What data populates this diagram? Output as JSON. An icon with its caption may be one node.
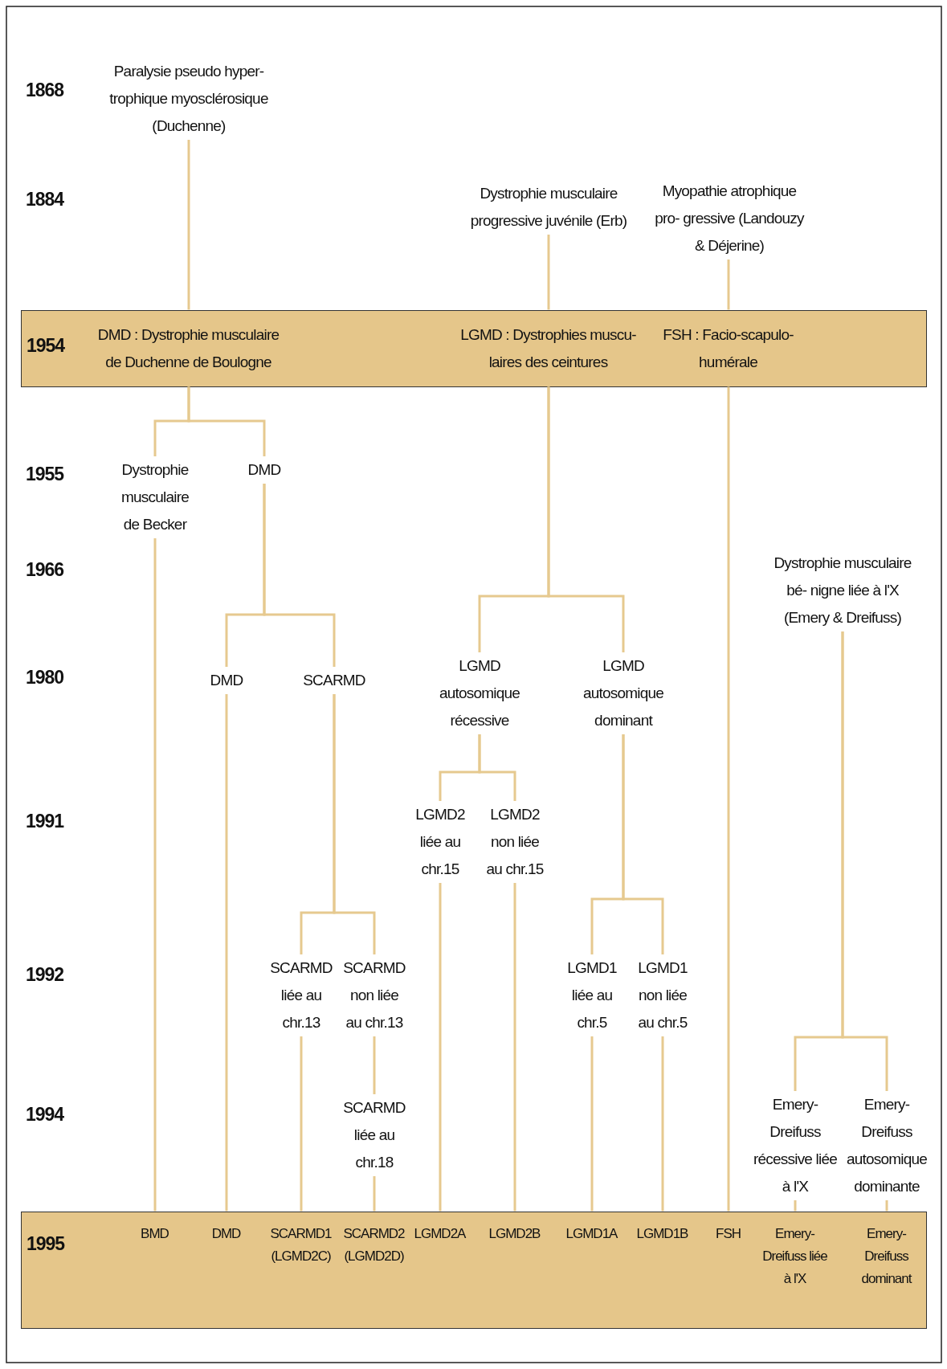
{
  "diagram": {
    "nodes": [
      {
        "text": [
          "Paralysie pseudo hyper- trophique myosclérosique (Duchenne)"
        ]
      },
      {
        "text": [
          "Dystrophie musculaire progressive juvénile (Erb)"
        ]
      },
      {
        "text": [
          "Myopathie atrophique pro- gressive (Landouzy & Déjerine)"
        ]
      },
      {
        "text": [
          "1954"
        ]
      },
      {
        "text": [
          "DMD : Dystrophie musculaire de Duchenne de Boulogne"
        ],
        "in": 3
      },
      {
        "text": [
          "LGMD : Dystrophies muscu- laires des ceintures"
        ],
        "in": 3
      },
      {
        "text": [
          "FSH : Facio-scapulo-humérale"
        ],
        "in": 3
      },
      {
        "text": [
          "Dystrophie musculaire de Becker"
        ]
      },
      {
        "text": [
          "DMD"
        ]
      },
      {
        "text": [
          "Dystrophie musculaire bé- nigne liée à l'X (Emery & Dreifuss)"
        ]
      },
      {
        "text": [
          "DMD"
        ]
      },
      {
        "text": [
          "SCARMD"
        ]
      },
      {
        "text": [
          "LGMD autosomique récessive"
        ]
      },
      {
        "text": [
          "LGMD autosomique dominant"
        ]
      },
      {
        "text": [
          "LGMD2 liée au chr.15"
        ]
      },
      {
        "text": [
          "LGMD2 non liée au chr.15"
        ]
      },
      {
        "text": [
          "SCARMD liée au chr.13"
        ]
      },
      {
        "text": [
          "SCARMD non liée au chr.13"
        ]
      },
      {
        "text": [
          "LGMD1 liée au chr.5"
        ]
      },
      {
        "text": [
          "LGMD1 non liée au chr.5"
        ]
      },
      {
        "text": [
          "SCARMD liée au chr.18"
        ]
      },
      {
        "text": [
          "Emery-Dreifuss récessive liée à l'X"
        ]
      },
      {
        "text": [
          "Emery- Dreifuss autosomique dominante"
        ]
      },
      {
        "text": [
          "1995"
        ]
      },
      {
        "text": [
          "BMD"
        ],
        "in": 23
      },
      {
        "text": [
          "DMD"
        ],
        "in": 23
      },
      {
        "text": [
          "SCARMD1 (LGMD2C)"
        ],
        "in": 23
      },
      {
        "text": [
          "SCARMD2 (LGMD2D)"
        ],
        "in": 23
      },
      {
        "text": [
          "LGMD2A"
        ],
        "in": 23
      },
      {
        "text": [
          "LGMD2B"
        ],
        "in": 23
      },
      {
        "text": [
          "LGMD1A"
        ],
        "in": 23
      },
      {
        "text": [
          "LGMD1B"
        ],
        "in": 23
      },
      {
        "text": [
          "FSH"
        ],
        "in": 23
      },
      {
        "text": [
          "Emery- Dreifuss liée à l'X"
        ],
        "in": 23
      },
      {
        "text": [
          "Emery- Dreifuss dominant"
        ],
        "in": 23
      }
    ],
    "edges": [
      {
        "from": 0,
        "to": 4,
        "arrow": "none"
      },
      {
        "from": 1,
        "to": 5,
        "arrow": "none"
      },
      {
        "from": 2,
        "to": 6,
        "arrow": "none"
      },
      {
        "from": 4,
        "to": 7,
        "arrow": "none"
      },
      {
        "from": 4,
        "to": 8,
        "arrow": "none"
      },
      {
        "from": 5,
        "to": 12,
        "arrow": "none"
      },
      {
        "from": 5,
        "to": 13,
        "arrow": "none"
      },
      {
        "from": 6,
        "to": 32,
        "arrow": "none"
      },
      {
        "from": 7,
        "to": 24,
        "arrow": "none"
      },
      {
        "from": 8,
        "to": 10,
        "arrow": "none"
      },
      {
        "from": 8,
        "to": 11,
        "arrow": "none"
      },
      {
        "from": 10,
        "to": 25,
        "arrow": "none"
      },
      {
        "from": 11,
        "to": 16,
        "arrow": "none"
      },
      {
        "from": 11,
        "to": 17,
        "arrow": "none"
      },
      {
        "from": 12,
        "to": 14,
        "arrow": "none"
      },
      {
        "from": 12,
        "to": 15,
        "arrow": "none"
      },
      {
        "from": 13,
        "to": 18,
        "arrow": "none"
      },
      {
        "from": 13,
        "to": 19,
        "arrow": "none"
      },
      {
        "from": 14,
        "to": 28,
        "arrow": "none"
      },
      {
        "from": 15,
        "to": 29,
        "arrow": "none"
      },
      {
        "from": 16,
        "to": 26,
        "arrow": "none"
      },
      {
        "from": 17,
        "to": 20,
        "arrow": "none"
      },
      {
        "from": 20,
        "to": 27,
        "arrow": "none"
      },
      {
        "from": 18,
        "to": 30,
        "arrow": "none"
      },
      {
        "from": 19,
        "to": 31,
        "arrow": "none"
      },
      {
        "from": 9,
        "to": 21,
        "arrow": "none"
      },
      {
        "from": 9,
        "to": 22,
        "arrow": "none"
      },
      {
        "from": 21,
        "to": 33,
        "arrow": "none"
      },
      {
        "from": 22,
        "to": 34,
        "arrow": "none"
      }
    ],
    "labels": [
      "1868",
      "1884",
      "1955",
      "1966",
      "1980",
      "1991",
      "1992",
      "1994"
    ]
  }
}
